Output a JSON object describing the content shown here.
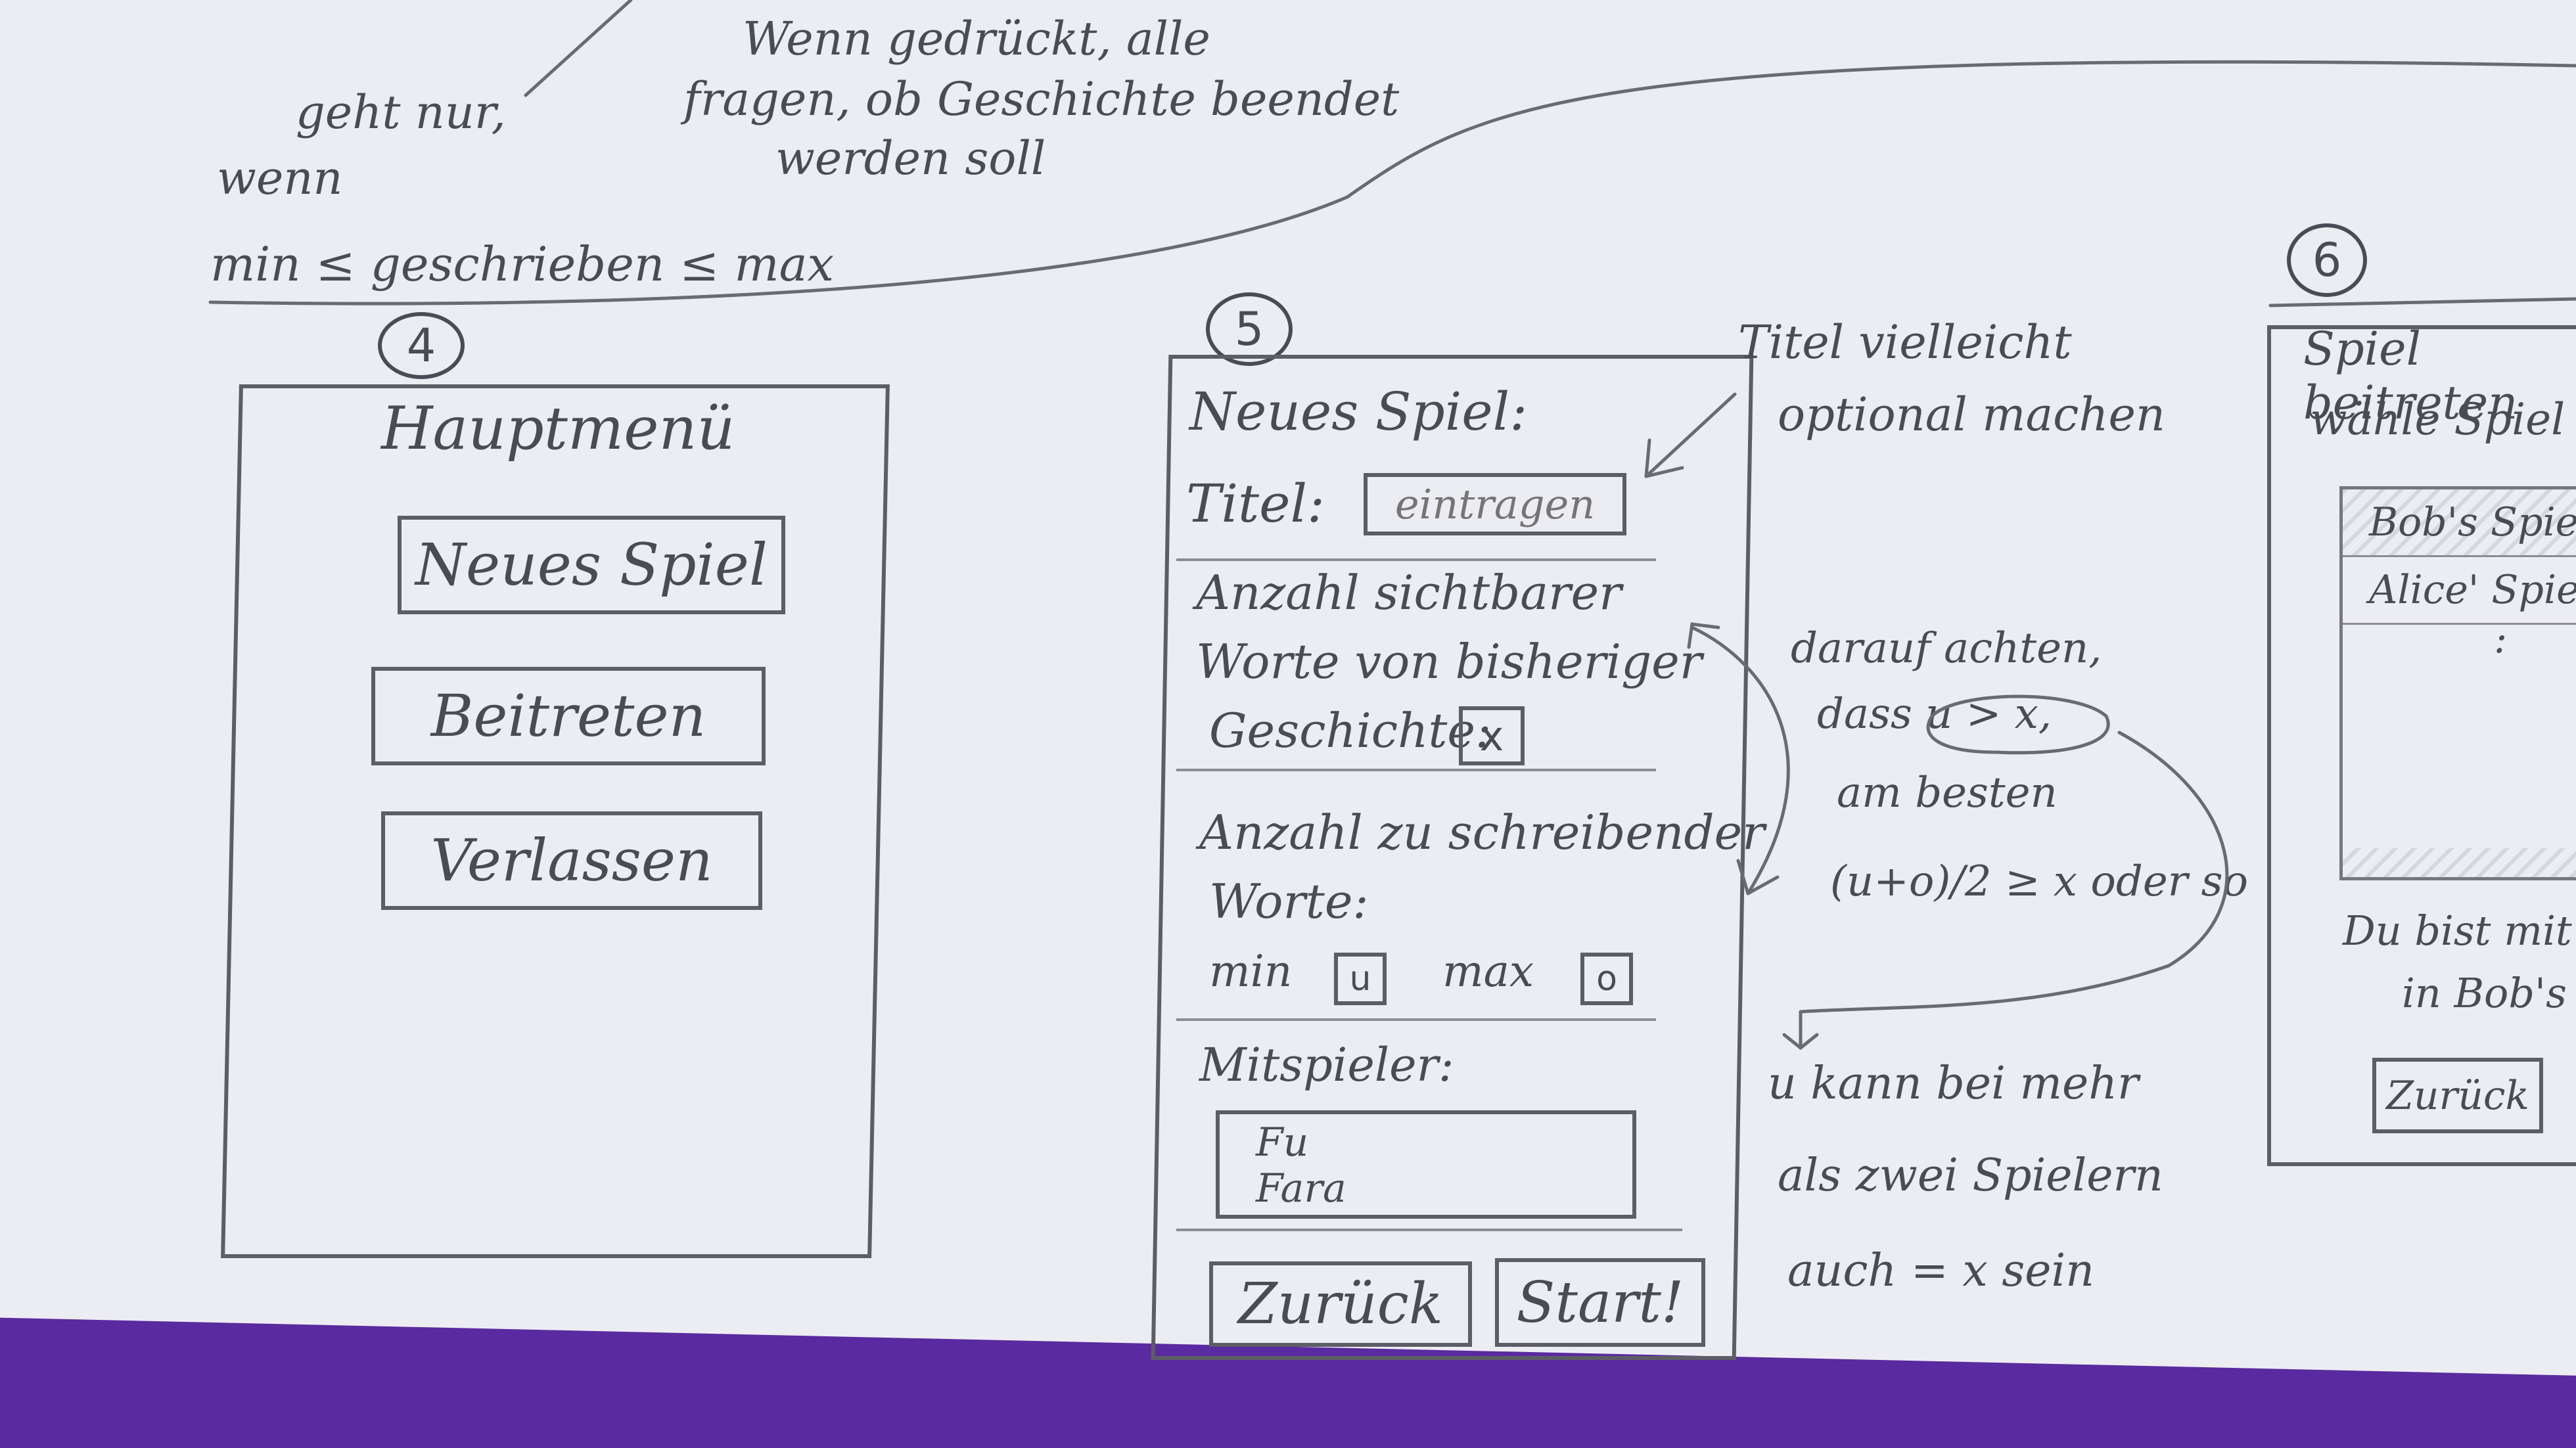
{
  "annotations": {
    "top_note_line1": "Wenn gedrückt, alle",
    "top_note_line2": "fragen, ob Geschichte beendet",
    "top_note_line3": "werden soll",
    "left_note_line1": "geht nur,",
    "left_note_line2": "wenn",
    "left_note_line3": "min ≤ geschrieben ≤ max",
    "title_note_line1": "Titel vielleicht",
    "title_note_line2": "optional machen",
    "check_note_line1": "darauf achten,",
    "check_note_line2": "dass u > x,",
    "check_note_line3": "am besten",
    "check_note_line4": "(u+o)/2 ≥ x oder so",
    "u_note_line1": "u kann bei mehr",
    "u_note_line2": "als zwei Spielern",
    "u_note_line3": "auch = x sein"
  },
  "screen4": {
    "number": "4",
    "title": "Hauptmenü",
    "buttons": {
      "new_game": "Neues Spiel",
      "join": "Beitreten",
      "leave": "Verlassen"
    }
  },
  "screen5": {
    "number": "5",
    "title": "Neues Spiel:",
    "title_label": "Titel:",
    "title_placeholder": "eintragen",
    "visible_words_line1": "Anzahl sichtbarer",
    "visible_words_line2": "Worte von bisheriger",
    "visible_words_line3": "Geschichte:",
    "visible_words_value": "x",
    "write_words_line1": "Anzahl zu schreibender",
    "write_words_line2": "Worte:",
    "min_label": "min",
    "min_value": "u",
    "max_label": "max",
    "max_value": "o",
    "players_label": "Mitspieler:",
    "players": [
      "Fu",
      "Fara"
    ],
    "back_button": "Zurück",
    "start_button": "Start!"
  },
  "screen6": {
    "number": "6",
    "title_line1": "Spiel beitreten",
    "title_line2": "wähle Spiel",
    "games": [
      "Bob's Spiel",
      "Alice' Spiel"
    ],
    "more": ":",
    "status_line1": "Du bist mit",
    "status_line2": "in Bob's",
    "back_button": "Zurück"
  }
}
